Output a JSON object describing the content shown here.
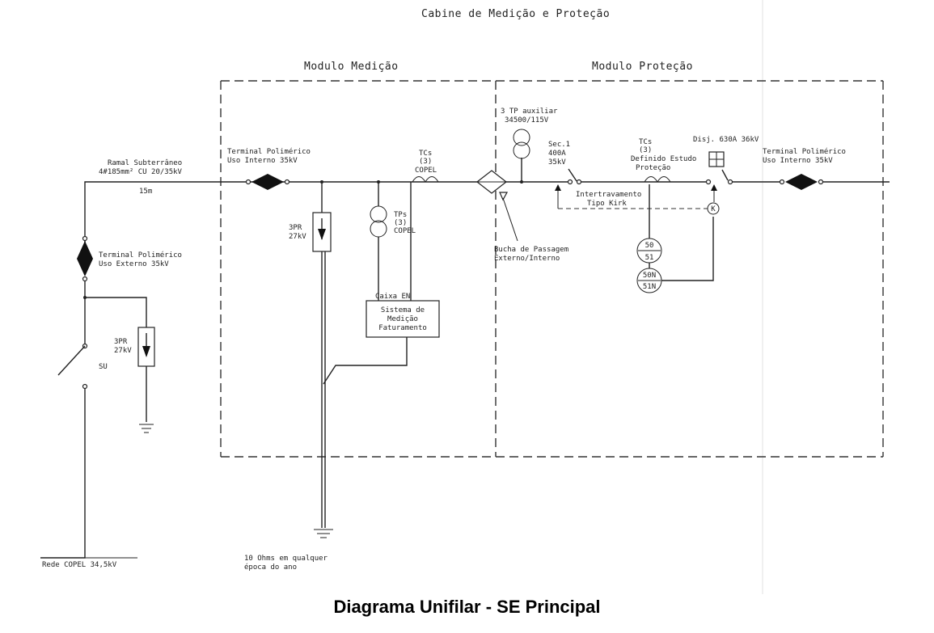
{
  "diagram": {
    "cabine_title": "Cabine de Medição e Proteção",
    "modulo_medicao": "Modulo Medição",
    "modulo_protecao": "Modulo Proteção",
    "ramal_line1": "Ramal Subterrâneo",
    "ramal_line2": "4#185mm² CU 20/35kV",
    "ramal_length": "15m",
    "terminal_externo_line1": "Terminal Polimérico",
    "terminal_externo_line2": "Uso Externo 35kV",
    "pr_ext_line1": "3PR",
    "pr_ext_line2": "27kV",
    "su_label": "SU",
    "rede_copel": "Rede COPEL 34,5kV",
    "terminal_int1_line1": "Terminal Polimérico",
    "terminal_int1_line2": "Uso Interno 35kV",
    "pr_int_line1": "3PR",
    "pr_int_line2": "27kV",
    "tps_line1": "TPs",
    "tps_line2": "(3)",
    "tps_line3": "COPEL",
    "tcs_copel_line1": "TCs",
    "tcs_copel_line2": "(3)",
    "tcs_copel_line3": "COPEL",
    "caixa_en": "Caixa EN",
    "sistema_line1": "Sistema de",
    "sistema_line2": "Medição",
    "sistema_line3": "Faturamento",
    "ground_note_line1": "10 Ohms em qualquer",
    "ground_note_line2": "época do ano",
    "tp_aux_line1": "3 TP auxiliar",
    "tp_aux_line2": "34500/115V",
    "bucha_line1": "Bucha de Passagem",
    "bucha_line2": "Externo/Interno",
    "sec_line1": "Sec.1",
    "sec_line2": "400A",
    "sec_line3": "35kV",
    "intertravamento_line1": "Intertravamento",
    "intertravamento_line2": "Tipo Kirk",
    "tcs_prot_line1": "TCs",
    "tcs_prot_line2": "(3)",
    "tcs_prot_line3": "Definido Estudo",
    "tcs_prot_line4": "Proteção",
    "relay_50": "50",
    "relay_51": "51",
    "relay_50n": "50N",
    "relay_51n": "51N",
    "kirk_k": "K",
    "disj_label": "Disj. 630A 36kV",
    "terminal_int2_line1": "Terminal Polimérico",
    "terminal_int2_line2": "Uso Interno 35kV"
  },
  "caption": "Diagrama Unifilar - SE Principal"
}
